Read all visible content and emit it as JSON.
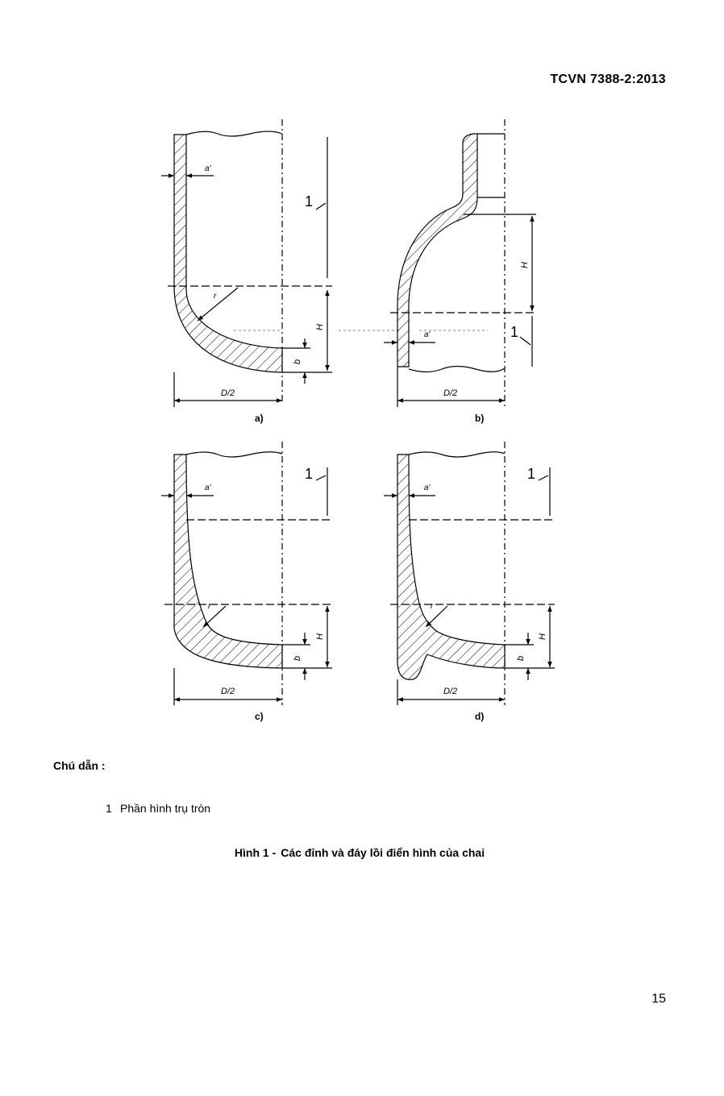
{
  "header": {
    "standard_code": "TCVN 7388-2:2013"
  },
  "figure": {
    "panels": [
      {
        "label": "a)",
        "dims": {
          "a": "a'",
          "r": "r",
          "H": "H",
          "b": "b",
          "D": "D/2"
        },
        "callout": "1"
      },
      {
        "label": "b)",
        "dims": {
          "a": "a'",
          "H": "H",
          "D": "D/2"
        },
        "callout": "1"
      },
      {
        "label": "c)",
        "dims": {
          "a": "a'",
          "r": "r",
          "H": "H",
          "b": "b",
          "D": "D/2"
        },
        "callout": "1"
      },
      {
        "label": "d)",
        "dims": {
          "a": "a'",
          "r": "r",
          "H": "H",
          "b": "b",
          "D": "D/2"
        },
        "callout": "1"
      }
    ]
  },
  "legend": {
    "title": "Chú dẫn :",
    "items": [
      {
        "number": "1",
        "text": "Phần hình trụ tròn"
      }
    ]
  },
  "caption": {
    "number": "Hình 1 -",
    "text": "Các đỉnh và đáy lồi điển hình của chai"
  },
  "page_number": "15"
}
